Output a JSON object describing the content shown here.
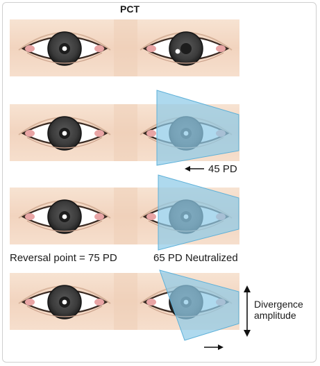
{
  "title": "PCT",
  "rows": [
    {
      "id": "row-1",
      "prism": null,
      "left_glint": "center",
      "right_glint": "offset"
    },
    {
      "id": "row-2",
      "prism": {
        "strength": "45 PD",
        "shape": "small"
      },
      "arrow": "left"
    },
    {
      "id": "row-3",
      "prism": {
        "strength": "65 PD",
        "shape": "large"
      }
    },
    {
      "id": "row-4",
      "prism": {
        "shape": "sloped"
      },
      "arrow": "right"
    }
  ],
  "labels": {
    "prism_45": "45 PD",
    "reversal": "Reversal point = 75 PD",
    "neutralized": "65 PD Neutralized",
    "divergence_line1": "Divergence",
    "divergence_line2": "amplitude"
  },
  "colors": {
    "skin": "#f3d9c5",
    "iris": "#3a3a3a",
    "sclera": "#ffffff",
    "prism": "#8fcbe8",
    "prism_edge": "#5eb0d8",
    "text": "#1a1a1a"
  }
}
